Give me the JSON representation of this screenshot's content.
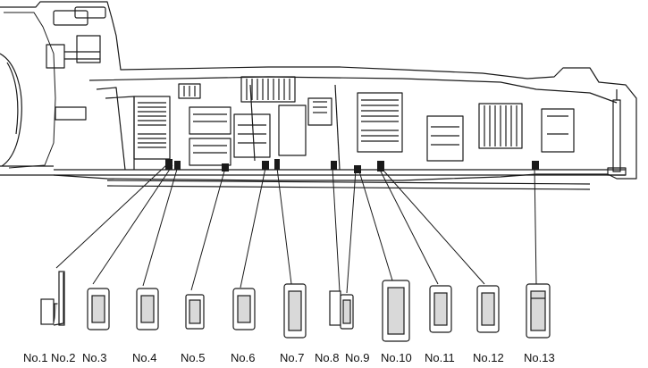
{
  "bearings": [
    {
      "id": "no1",
      "label": "No.1"
    },
    {
      "id": "no2",
      "label": "No.2"
    },
    {
      "id": "no3",
      "label": "No.3"
    },
    {
      "id": "no4",
      "label": "No.4"
    },
    {
      "id": "no5",
      "label": "No.5"
    },
    {
      "id": "no6",
      "label": "No.6"
    },
    {
      "id": "no7",
      "label": "No.7"
    },
    {
      "id": "no8",
      "label": "No.8"
    },
    {
      "id": "no9",
      "label": "No.9"
    },
    {
      "id": "no10",
      "label": "No.10"
    },
    {
      "id": "no11",
      "label": "No.11"
    },
    {
      "id": "no12",
      "label": "No.12"
    },
    {
      "id": "no13",
      "label": "No.13"
    }
  ],
  "colors": {
    "line": "#1a1a1a",
    "fill": "#ffffff",
    "shade": "#d9d9d9"
  }
}
